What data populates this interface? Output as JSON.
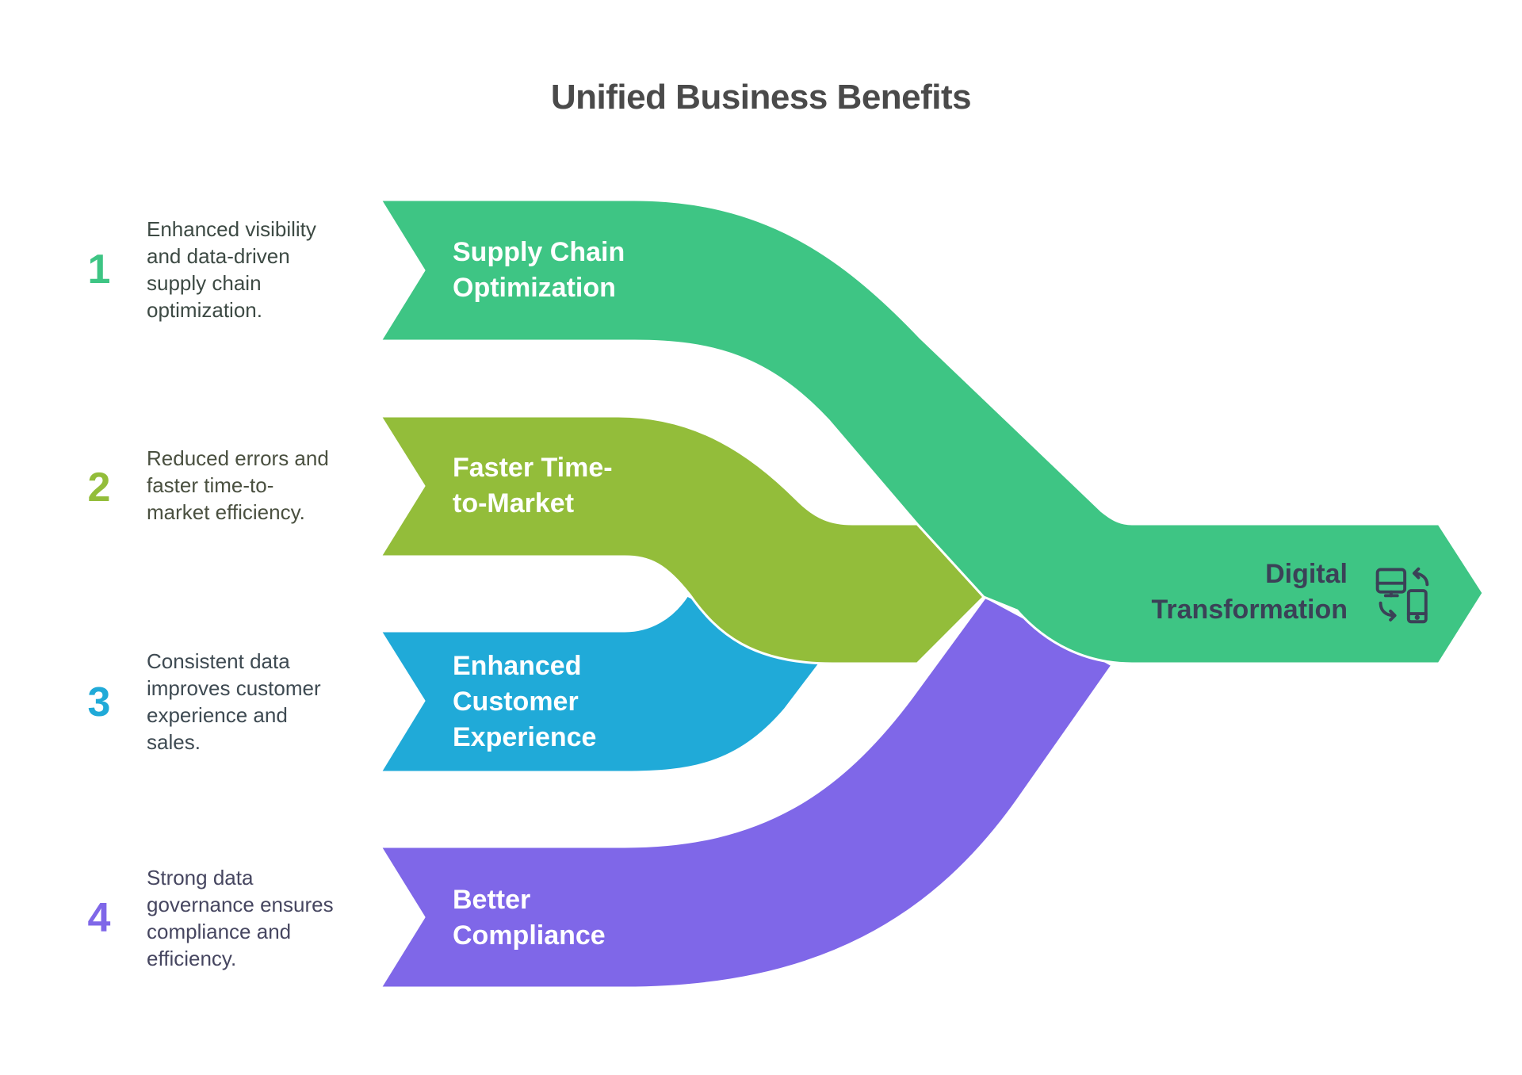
{
  "title": "Unified Business Benefits",
  "colors": {
    "supply": "#3ec584",
    "market": "#93bd3a",
    "customer": "#20aad8",
    "compliance": "#7f67e8",
    "target_text": "#3b4157",
    "title_text": "#4a4a4a"
  },
  "items": [
    {
      "number": "1",
      "label_lines": [
        "Supply Chain",
        "Optimization"
      ],
      "description_lines": [
        "Enhanced visibility",
        "and data-driven",
        "supply chain",
        "optimization."
      ],
      "color": "#3ec584",
      "text_color": "#3d4a44"
    },
    {
      "number": "2",
      "label_lines": [
        "Faster Time-",
        "to-Market"
      ],
      "description_lines": [
        "Reduced errors and",
        "faster time-to-",
        "market efficiency."
      ],
      "color": "#93bd3a",
      "text_color": "#4a5040"
    },
    {
      "number": "3",
      "label_lines": [
        "Enhanced",
        "Customer",
        "Experience"
      ],
      "description_lines": [
        "Consistent data",
        "improves customer",
        "experience and",
        "sales."
      ],
      "color": "#20aad8",
      "text_color": "#3e4a52"
    },
    {
      "number": "4",
      "label_lines": [
        "Better",
        "Compliance"
      ],
      "description_lines": [
        "Strong data",
        "governance ensures",
        "compliance and",
        "efficiency."
      ],
      "color": "#7f67e8",
      "text_color": "#464660"
    }
  ],
  "target": {
    "label_lines": [
      "Digital",
      "Transformation"
    ],
    "icon": "device-sync-icon"
  }
}
